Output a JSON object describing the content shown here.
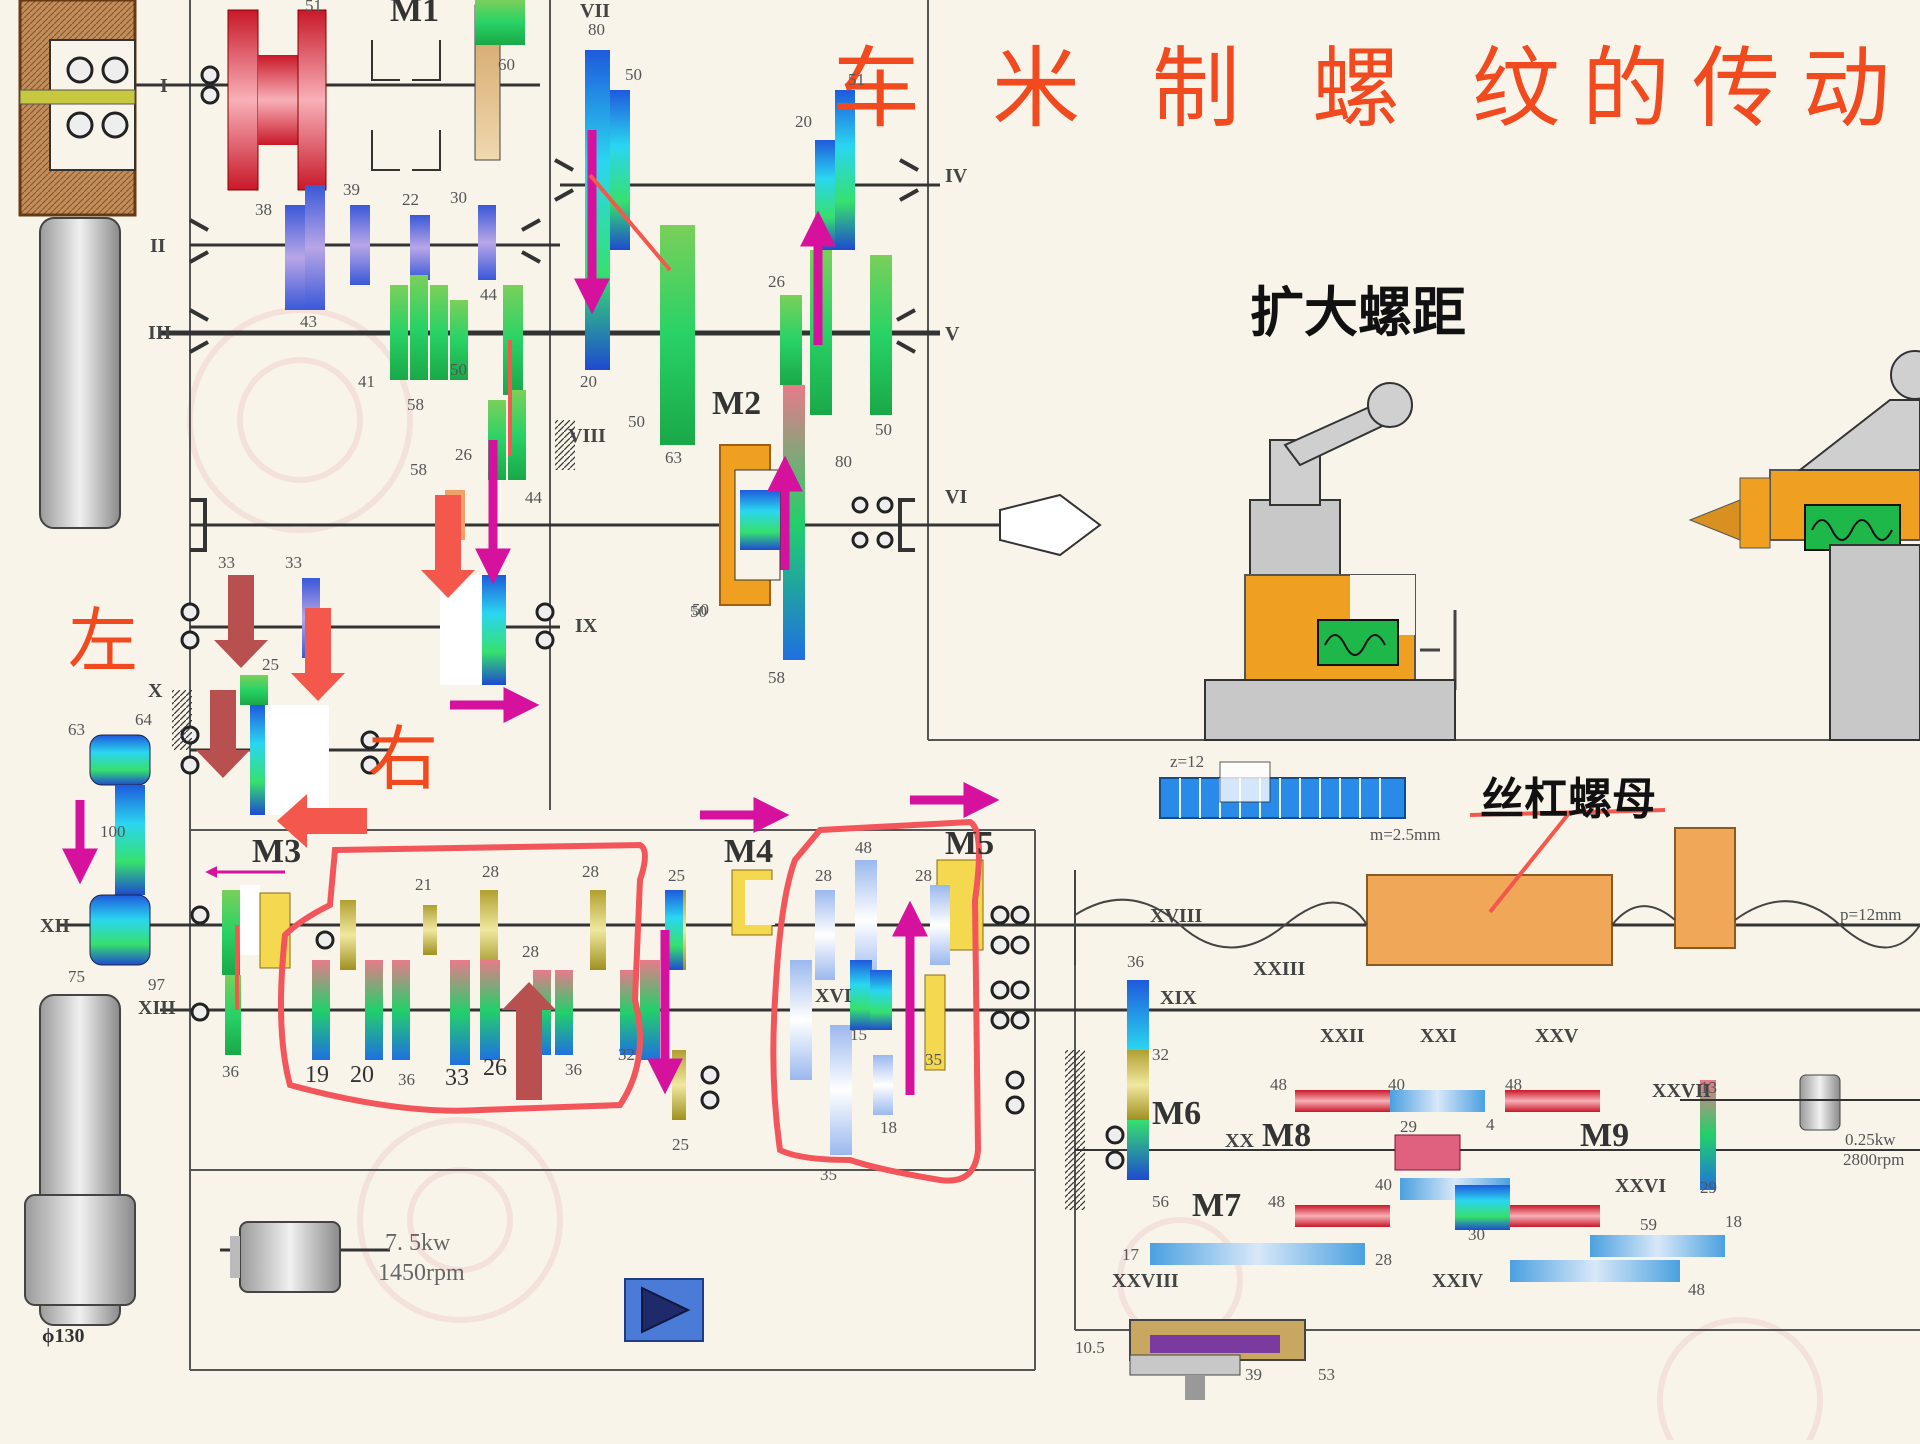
{
  "title": "车 米 制 螺 纹的传动",
  "annotations": {
    "enlarge_pitch": "扩大螺距",
    "lead_screw_nut": "丝杠螺母",
    "left": "左",
    "right": "右"
  },
  "shafts": [
    "I",
    "II",
    "III",
    "IV",
    "V",
    "VI",
    "VII",
    "VIII",
    "IX",
    "X",
    "XII",
    "XIII",
    "XVIII",
    "XIX",
    "XX",
    "XXI",
    "XXII",
    "XXIII",
    "XXIV",
    "XXV",
    "XXVI",
    "XXVII",
    "XXVIII",
    "XVI"
  ],
  "clutches": {
    "m1": "M1",
    "m2": "M2",
    "m3": "M3",
    "m4": "M4",
    "m5": "M5",
    "m6": "M6",
    "m7": "M7",
    "m8": "M8",
    "m9": "M9"
  },
  "motor_main": {
    "power": "7. 5kw",
    "speed": "1450rpm"
  },
  "motor_aux": {
    "power": "0.25kw",
    "speed": "2800rpm"
  },
  "pulley": "ϕ130",
  "rack": {
    "z": "z=12",
    "m": "m=2.5mm"
  },
  "lead_screw_pitch": "p=12mm",
  "play_button": {
    "icon": "play-icon"
  },
  "gear_numbers": {
    "g51": "51",
    "g60": "60",
    "g80": "80",
    "g50a": "50",
    "g20": "20",
    "g51b": "51",
    "g39": "39",
    "g22": "22",
    "g30": "30",
    "g38": "38",
    "g43": "43",
    "g44": "44",
    "g41": "41",
    "g58": "58",
    "g50b": "50",
    "g50c": "50",
    "g26": "26",
    "g63": "63",
    "g80b": "80",
    "g50d": "50",
    "g20b": "20",
    "g50e": "50",
    "g58b": "58",
    "g26b": "26",
    "g44b": "44",
    "g50f": "50",
    "g58c": "58",
    "g33": "33",
    "g33b": "33",
    "g25": "25",
    "g63b": "63",
    "g64": "64",
    "g100": "100",
    "g75": "75",
    "g97": "97",
    "g36": "36",
    "g19": "19",
    "g20c": "20",
    "g36b": "36",
    "g33c": "33",
    "g26c": "26",
    "g36c": "36",
    "g32": "32",
    "g21": "21",
    "g28": "28",
    "g28b": "28",
    "g28c": "28",
    "g25b": "25",
    "g25c": "25",
    "g48": "48",
    "g28d": "28",
    "g28e": "28",
    "g15": "15",
    "g18": "18",
    "g35": "35",
    "g35b": "35",
    "g36d": "36",
    "g32b": "32",
    "g56": "56",
    "g48b": "48",
    "g40": "40",
    "g48c": "48",
    "g40b": "40",
    "g48d": "48",
    "g30b": "30",
    "g13": "13",
    "g29": "29",
    "g17": "17",
    "g28f": "28",
    "g59": "59",
    "g18b": "18",
    "g48e": "48",
    "g4": "4",
    "g29b": "29",
    "g105": "10.5",
    "g39b": "39",
    "g53": "53"
  },
  "colors": {
    "title": "#f04a1e",
    "flow_arrow": "#d6119e",
    "salmon_arrow": "#f4584d",
    "brown_arrow": "#b85050",
    "highlight_outline": "#f2555a"
  }
}
